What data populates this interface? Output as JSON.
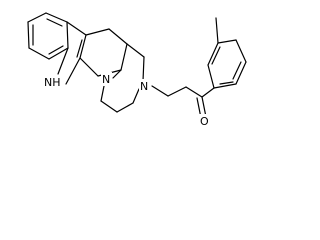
{
  "molecule": {
    "labels": {
      "indole_nh": "NH",
      "ring_n1": "N",
      "ring_n2": "N",
      "carbonyl_o": "O"
    },
    "colors": {
      "bond": "#000000",
      "text": "#000000",
      "background": "#ffffff"
    }
  }
}
